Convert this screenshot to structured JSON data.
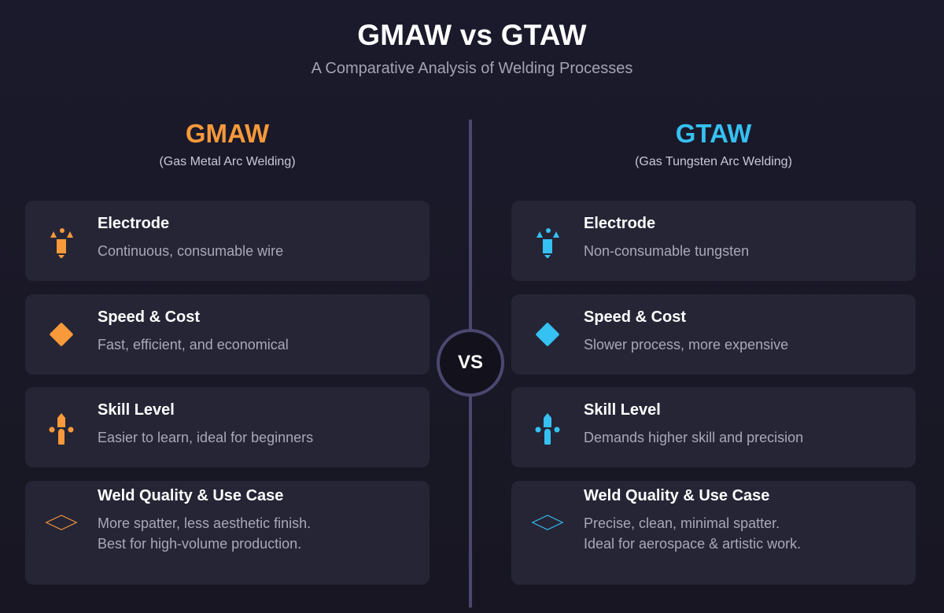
{
  "header": {
    "title": "GMAW vs GTAW",
    "subtitle": "A Comparative Analysis of Welding Processes"
  },
  "vs_label": "VS",
  "colors": {
    "gmaw_accent": "#f8993a",
    "gtaw_accent": "#35c1f1",
    "card_bg": "#252536",
    "divider": "#4b4770"
  },
  "left": {
    "abbr": "GMAW",
    "full_name": "(Gas Metal Arc Welding)",
    "cards": [
      {
        "icon": "electrode-icon",
        "title": "Electrode",
        "lines": [
          "Continuous, consumable wire"
        ]
      },
      {
        "icon": "diamond-icon",
        "title": "Speed & Cost",
        "lines": [
          "Fast, efficient, and economical"
        ]
      },
      {
        "icon": "torch-icon",
        "title": "Skill Level",
        "lines": [
          "Easier to learn, ideal for beginners"
        ]
      },
      {
        "icon": "weld-bead-icon",
        "title": "Weld Quality & Use Case",
        "lines": [
          "More spatter, less aesthetic finish.",
          "Best for high-volume production."
        ]
      }
    ]
  },
  "right": {
    "abbr": "GTAW",
    "full_name": "(Gas Tungsten Arc Welding)",
    "cards": [
      {
        "icon": "electrode-icon",
        "title": "Electrode",
        "lines": [
          "Non-consumable tungsten"
        ]
      },
      {
        "icon": "diamond-icon",
        "title": "Speed & Cost",
        "lines": [
          "Slower process, more expensive"
        ]
      },
      {
        "icon": "torch-icon",
        "title": "Skill Level",
        "lines": [
          "Demands higher skill and precision"
        ]
      },
      {
        "icon": "weld-bead-icon",
        "title": "Weld Quality & Use Case",
        "lines": [
          "Precise, clean, minimal spatter.",
          "Ideal for aerospace & artistic work."
        ]
      }
    ]
  }
}
